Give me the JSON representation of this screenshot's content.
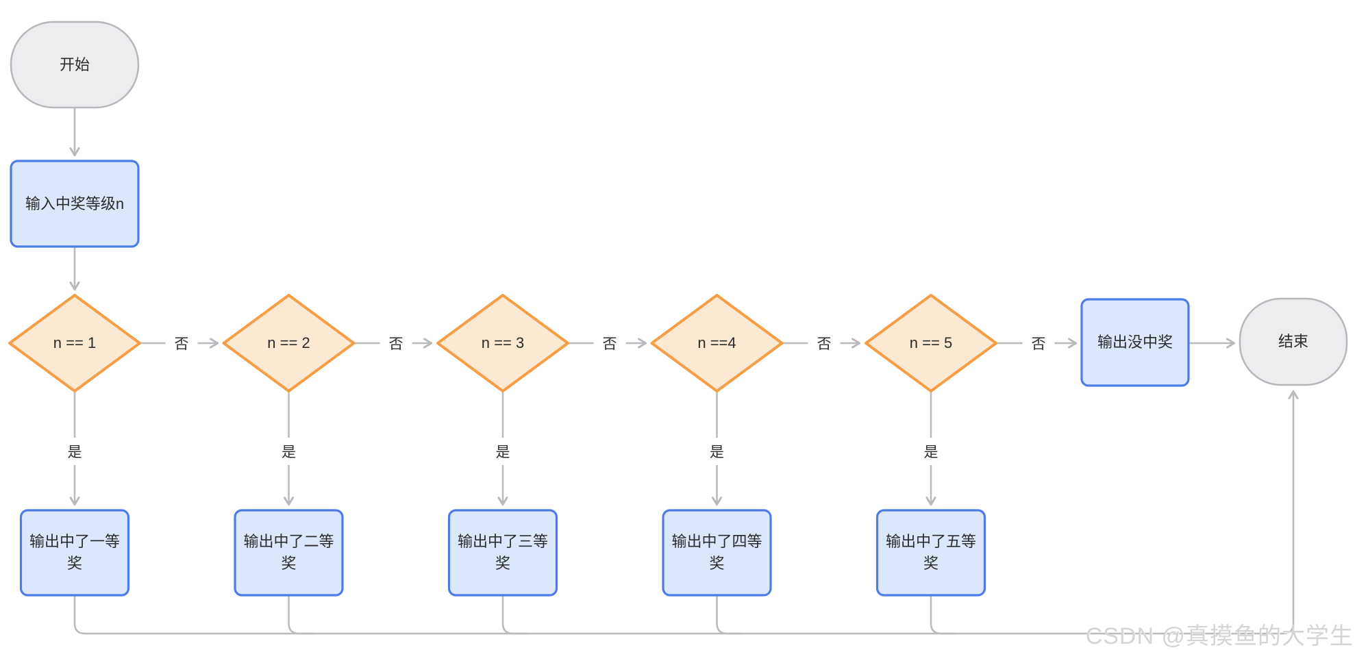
{
  "diagram": {
    "nodes": {
      "start": {
        "label": "开始",
        "type": "terminal"
      },
      "input": {
        "label": "输入中奖等级n",
        "type": "process"
      },
      "decisions": [
        {
          "label": "n == 1"
        },
        {
          "label": "n == 2"
        },
        {
          "label": "n == 3"
        },
        {
          "label": "n ==4"
        },
        {
          "label": "n == 5"
        }
      ],
      "outputs": [
        {
          "label": "输出中了一等奖"
        },
        {
          "label": "输出中了二等奖"
        },
        {
          "label": "输出中了三等奖"
        },
        {
          "label": "输出中了四等奖"
        },
        {
          "label": "输出中了五等奖"
        }
      ],
      "no_prize": {
        "label": "输出没中奖",
        "type": "process"
      },
      "end": {
        "label": "结束",
        "type": "terminal"
      }
    },
    "edge_labels": {
      "yes": "是",
      "no": "否"
    },
    "colors": {
      "decision_fill": "#fbe9d4",
      "decision_border": "#f59e45",
      "process_fill": "#dce7fb",
      "process_border": "#4d7ce8",
      "terminal_fill": "#ededef",
      "terminal_border": "#b5b7bb",
      "connector": "#b8babe",
      "text": "#2b2b2b"
    },
    "watermark": "CSDN @真摸鱼的大学生"
  }
}
